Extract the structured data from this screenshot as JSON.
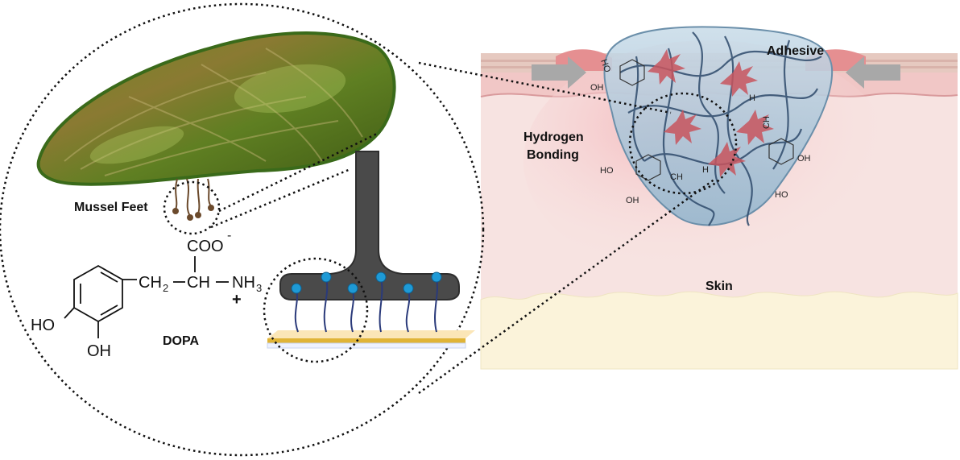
{
  "labels": {
    "mussel_feet": "Mussel Feet",
    "dopa": "DOPA",
    "hydrogen_bonding_line1": "Hydrogen",
    "hydrogen_bonding_line2": "Bonding",
    "adhesive": "Adhesive",
    "skin": "Skin"
  },
  "dopa_structure": {
    "coo": "COO",
    "coo_charge": "-",
    "ch2": "CH",
    "ch2_sub": "2",
    "ch": "CH",
    "nh3": "NH",
    "nh3_sub": "3",
    "plus": "+",
    "ho": "HO",
    "oh": "OH"
  },
  "skin_molecules": {
    "ho": "HO",
    "oh": "OH",
    "h": "H",
    "ch2": "CH",
    "ch": "CH"
  },
  "colors": {
    "shell_dark": "#4e6b1c",
    "shell_light": "#9bb93b",
    "stalk": "#4a4a4a",
    "bead": "#1e9ad6",
    "substrate_gold": "#e0b437",
    "skin_pink": "#f7d4d4",
    "skin_cream": "#fbf3da",
    "adhesive_blue": "#a9c9dd"
  }
}
